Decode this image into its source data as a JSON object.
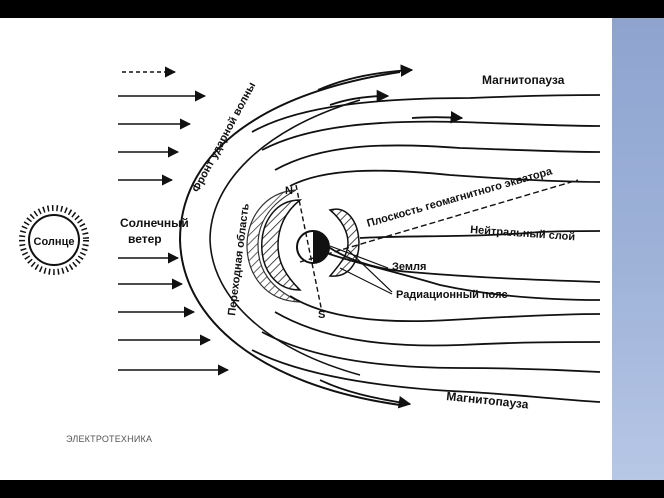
{
  "diagram": {
    "labels": {
      "sun": "Солнце",
      "solar_wind_1": "Солнечный",
      "solar_wind_2": "ветер",
      "shock_front": "Фронт ударной волны",
      "transition_region": "Переходная область",
      "north": "N",
      "south": "S",
      "magnetopause_top": "Магнитопауза",
      "magnetopause_bottom": "Магнитопауза",
      "geomagnetic_equator_plane": "Плоскость геомагнитного экватора",
      "neutral_layer": "Нейтральный слой",
      "earth": "Земля",
      "radiation_belt": "Радиационный пояс"
    }
  },
  "footer": {
    "caption": "ЭЛЕКТРОТЕХНИКА"
  }
}
